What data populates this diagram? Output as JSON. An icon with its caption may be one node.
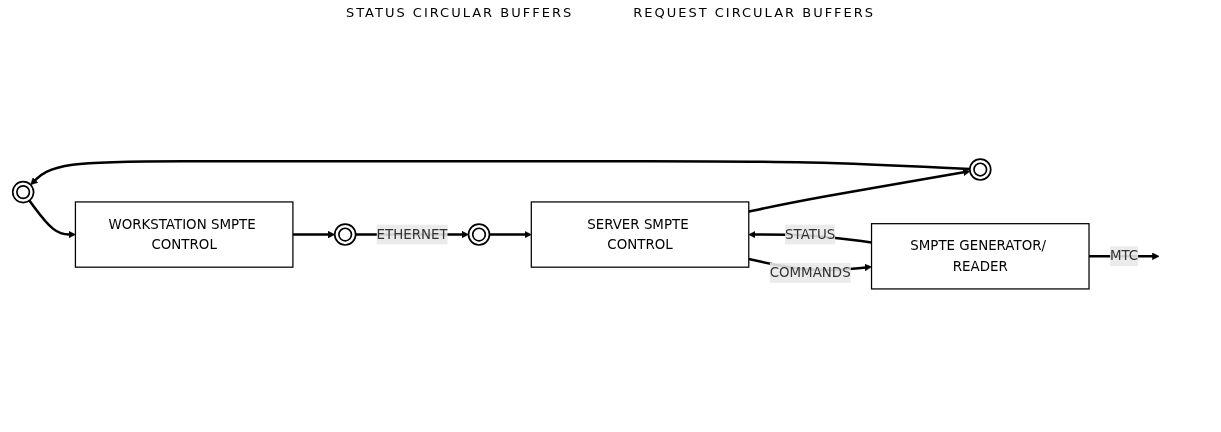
{
  "diagram": {
    "nodes": [
      {
        "text": [],
        "shape": "circle"
      },
      {
        "text": [],
        "shape": "circle"
      },
      {
        "text": [
          "WORKSTATION SMPTE CONTROL"
        ]
      },
      {
        "text": [
          "SERVER SMPTE CONTROL"
        ]
      },
      {
        "text": [
          "SMPTE GENERATOR/ READER"
        ]
      },
      {
        "text": [],
        "shape": "circle"
      },
      {
        "text": [],
        "shape": "circle"
      }
    ],
    "edges": [
      {
        "from": 0,
        "to": 2,
        "arrow": "to"
      },
      {
        "from": 2,
        "to": 5,
        "arrow": "to"
      },
      {
        "from": 5,
        "to": 6,
        "arrow": "to",
        "label": "ETHERNET"
      },
      {
        "from": 1,
        "to": 0,
        "arrow": "to"
      },
      {
        "from": 6,
        "to": 3,
        "arrow": "to"
      },
      {
        "from": 3,
        "to": 1,
        "arrow": "to"
      },
      {
        "from": 4,
        "to": 3,
        "arrow": "to",
        "label": "STATUS"
      },
      {
        "from": 3,
        "to": 4,
        "arrow": "to",
        "label": "COMMANDS"
      },
      {
        "from": 4,
        "to": null,
        "arrow": "to",
        "label": "MTC"
      }
    ],
    "labels": [
      "STATUS CIRCULAR BUFFERS",
      "REQUEST CIRCULAR BUFFERS"
    ]
  }
}
